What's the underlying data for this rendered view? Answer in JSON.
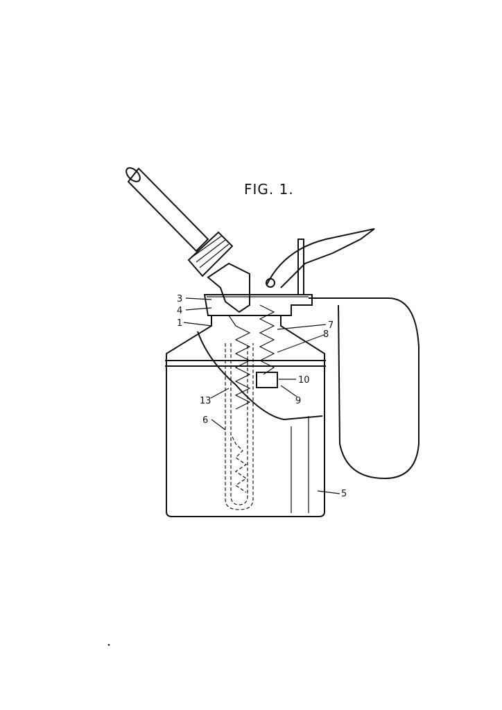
{
  "figure": {
    "title": "FIG. 1.",
    "labels": {
      "l1": "1",
      "l3": "3",
      "l4": "4",
      "l5": "5",
      "l6": "6",
      "l7": "7",
      "l8": "8",
      "l9": "9",
      "l10": "10",
      "l13": "13"
    }
  }
}
